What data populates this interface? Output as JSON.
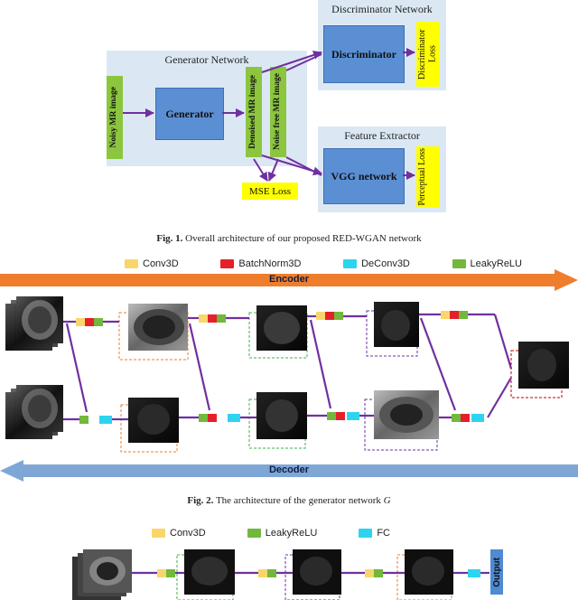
{
  "fig1": {
    "generator_panel_title": "Generator Network",
    "noisy_input": "Noisy MR image",
    "generator_label": "Generator",
    "denoised_label": "Denoised MR image",
    "noise_free_label": "Noise free MR image",
    "mse_loss": "MSE Loss",
    "discriminator_panel_title": "Discriminator Network",
    "discriminator_label": "Discriminator",
    "discriminator_loss": "Discriminator Loss",
    "feature_panel_title": "Feature Extractor",
    "vgg_label": "VGG network",
    "perceptual_loss": "Perceptual Loss",
    "caption_prefix": "Fig. 1.",
    "caption_text": " Overall architecture of our proposed RED-WGAN network"
  },
  "fig2": {
    "legend": [
      {
        "label": "Conv3D",
        "color": "#f9d66b"
      },
      {
        "label": "BatchNorm3D",
        "color": "#e5202a"
      },
      {
        "label": "DeConv3D",
        "color": "#2dd4f0"
      },
      {
        "label": "LeakyReLU",
        "color": "#72b83c"
      }
    ],
    "encoder_label": "Encoder",
    "decoder_label": "Decoder",
    "caption_prefix": "Fig. 2.",
    "caption_text": " The architecture of the generator network ",
    "caption_symbol": "G"
  },
  "fig3": {
    "legend": [
      {
        "label": "Conv3D",
        "color": "#f9d66b"
      },
      {
        "label": "LeakyReLU",
        "color": "#72b83c"
      },
      {
        "label": "FC",
        "color": "#2dd4f0"
      }
    ],
    "output_label": "Output"
  },
  "colors": {
    "encoder_arrow": "#ef7d2b",
    "decoder_arrow": "#7fa7d6",
    "connector": "#7030a0",
    "panel": "#dbe8f4",
    "block": "#5b8fd3",
    "green": "#8cc63f",
    "yellow": "#ffff00"
  }
}
